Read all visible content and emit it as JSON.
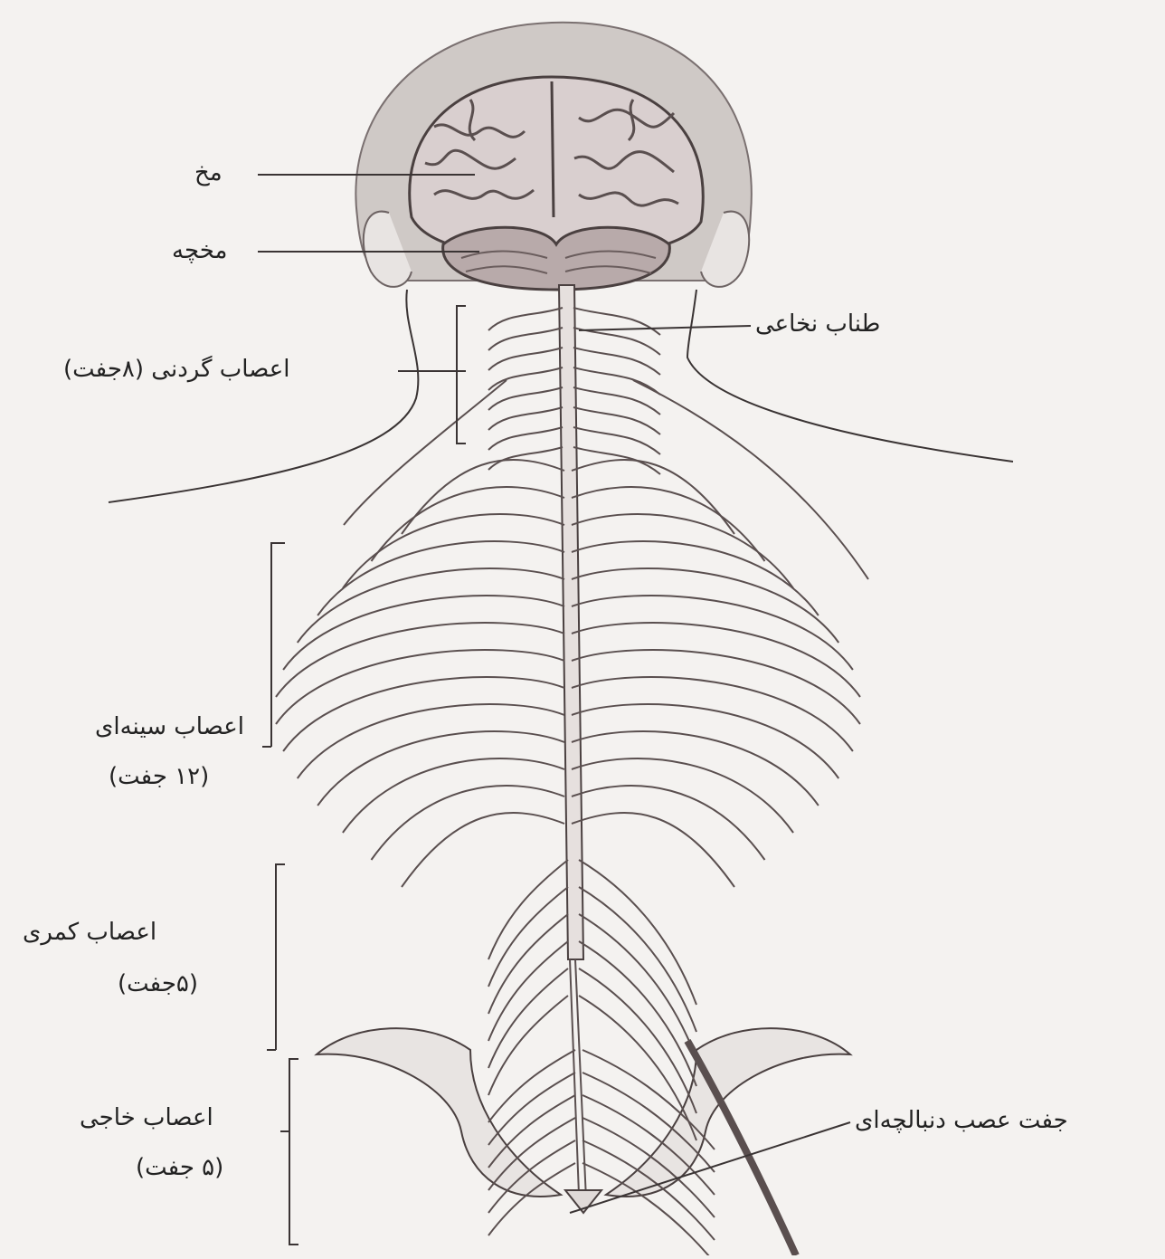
{
  "labels": {
    "brain": "مخ",
    "cerebellum": "مخچه",
    "spinal_cord": "طناب نخاعی",
    "cervical": "اعصاب گردنی (۸جفت)",
    "thoracic_line1": "اعصاب سینه‌ای",
    "thoracic_line2": "(۱۲ جفت)",
    "lumbar_line1": "اعصاب کمری",
    "lumbar_line2": "(۵جفت)",
    "sacral_line1": "اعصاب خاجی",
    "sacral_line2": "(۵ جفت)",
    "coccygeal": "جفت عصب دنبالچه‌ای"
  },
  "colors": {
    "background": "#f4f2f0",
    "ink": "#3a3434",
    "nerve": "#5a4f4f",
    "brain_fill": "#d9cfcf",
    "skull_fill": "#cfc9c6"
  }
}
